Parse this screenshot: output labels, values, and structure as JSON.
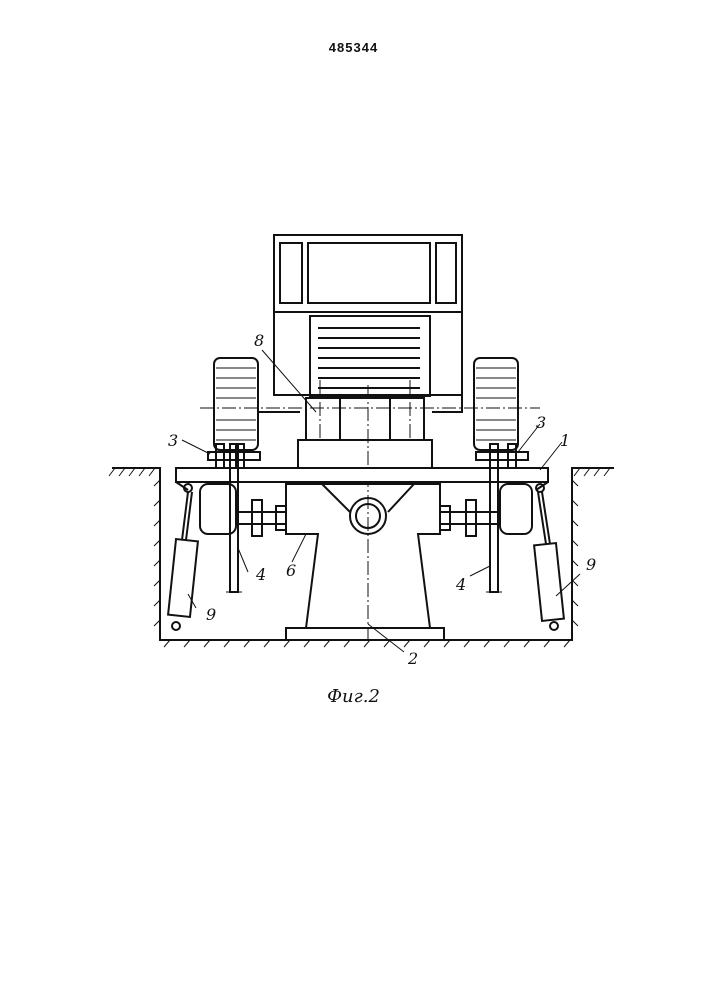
{
  "header": {
    "patent_number": "485344"
  },
  "figure": {
    "caption": "Фиг.2",
    "labels": {
      "l1": "1",
      "l2": "2",
      "l3_left": "3",
      "l3_right": "3",
      "l4_left": "4",
      "l4_right": "4",
      "l6": "6",
      "l8": "8",
      "l9_left": "9",
      "l9_right": "9"
    }
  }
}
